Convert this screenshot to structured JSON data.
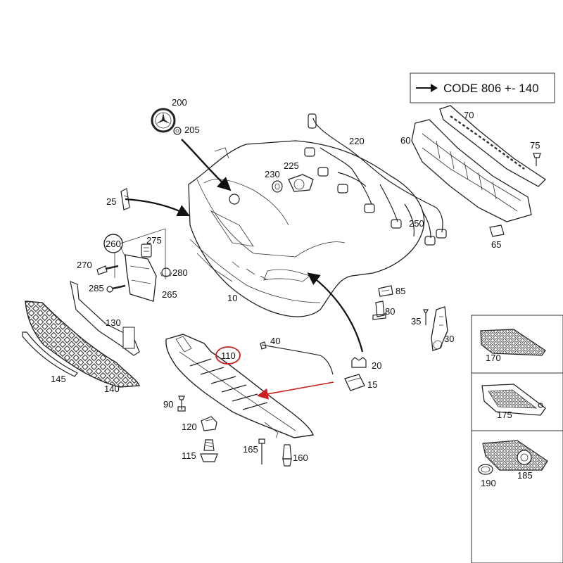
{
  "code_box": {
    "text": "CODE 806 +- 140"
  },
  "labels": {
    "p10": "10",
    "p15": "15",
    "p20": "20",
    "p25": "25",
    "p30": "30",
    "p35": "35",
    "p40": "40",
    "p60": "60",
    "p65": "65",
    "p70": "70",
    "p75": "75",
    "p80": "80",
    "p85": "85",
    "p90": "90",
    "p110": "110",
    "p115": "115",
    "p120": "120",
    "p130": "130",
    "p140": "140",
    "p145": "145",
    "p160": "160",
    "p165": "165",
    "p170": "170",
    "p175": "175",
    "p185": "185",
    "p190": "190",
    "p200": "200",
    "p205": "205",
    "p220": "220",
    "p225": "225",
    "p230": "230",
    "p250": "250",
    "p260": "260",
    "p265": "265",
    "p270": "270",
    "p275": "275",
    "p280": "280",
    "p285": "285"
  },
  "colors": {
    "highlight": "#cc1f1f",
    "line": "#222222",
    "panel_border": "#333333"
  }
}
